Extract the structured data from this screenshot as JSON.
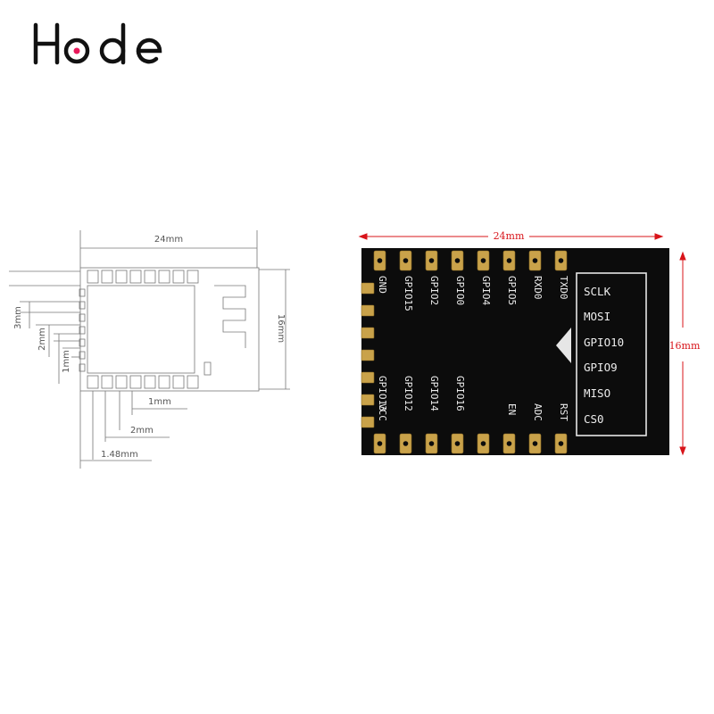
{
  "logo": {
    "text": "Hode",
    "accent_color": "#e8185a"
  },
  "drawing": {
    "dims": {
      "width": "24mm",
      "height": "16mm",
      "pitch_3mm": "3mm",
      "pitch_2mm": "2mm",
      "pad_1mm": "1mm",
      "bottom_1mm": "1mm",
      "bottom_2mm": "2mm",
      "bottom_148mm": "1.48mm"
    }
  },
  "module": {
    "width_dim": "24mm",
    "height_dim": "16mm",
    "top_pins": [
      "GND",
      "GPIO15",
      "GPIO2",
      "GPIO0",
      "GPIO4",
      "GPIO5",
      "RXD0",
      "TXD0"
    ],
    "bottom_pins": [
      "GPIO13",
      "GPIO12",
      "GPIO14",
      "GPIO16",
      "EN",
      "ADC",
      "RST"
    ],
    "bottom_pins_lower": [
      "VCC",
      "",
      "",
      "",
      "",
      "",
      ""
    ],
    "right_pins": [
      "SCLK",
      "MOSI",
      "GPIO10",
      "GPIO9",
      "MISO",
      "CS0"
    ],
    "colors": {
      "board": "#0c0c0c",
      "pad": "#c9a24a",
      "dim_red": "#d8141a"
    }
  }
}
